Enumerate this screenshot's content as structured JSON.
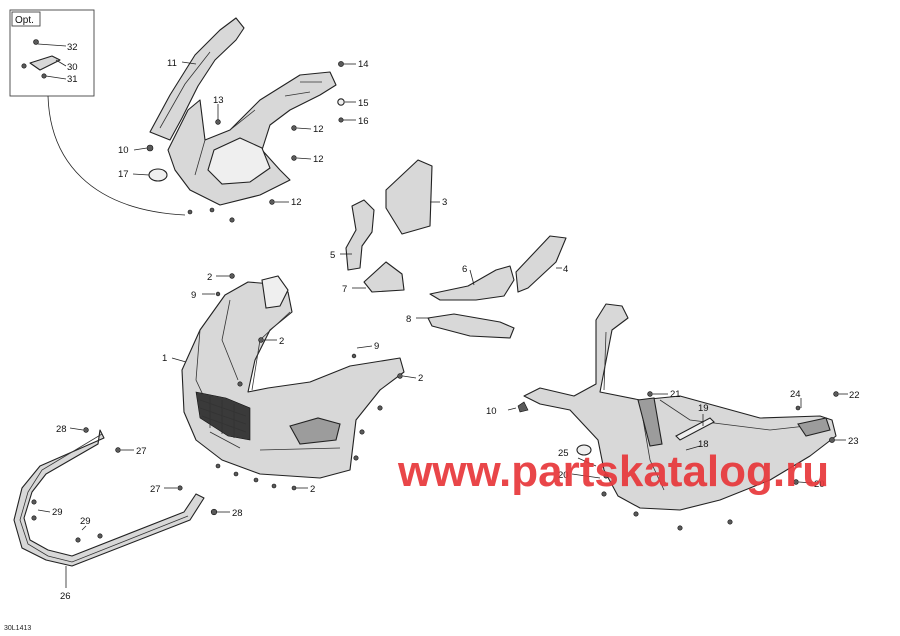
{
  "optional_box": {
    "title": "Opt."
  },
  "callouts": {
    "c1": "1",
    "c2a": "2",
    "c2b": "2",
    "c2c": "2",
    "c2d": "2",
    "c3": "3",
    "c4": "4",
    "c5": "5",
    "c6": "6",
    "c7": "7",
    "c8": "8",
    "c9a": "9",
    "c9b": "9",
    "c10a": "10",
    "c10b": "10",
    "c11": "11",
    "c12a": "12",
    "c12b": "12",
    "c12c": "12",
    "c13": "13",
    "c14": "14",
    "c15": "15",
    "c16": "16",
    "c17": "17",
    "c18": "18",
    "c19": "19",
    "c20a": "20",
    "c20b": "20",
    "c21": "21",
    "c22": "22",
    "c23": "23",
    "c24": "24",
    "c25": "25",
    "c26": "26",
    "c27a": "27",
    "c27b": "27",
    "c28a": "28",
    "c28b": "28",
    "c29a": "29",
    "c29b": "29",
    "c30": "30",
    "c31": "31",
    "c32": "32"
  },
  "watermark": "www.partskatalog.ru",
  "figure_code": "30L1413",
  "colors": {
    "watermark": "#e8373a",
    "line": "#222222",
    "part_fill": "#d8d8d8"
  }
}
